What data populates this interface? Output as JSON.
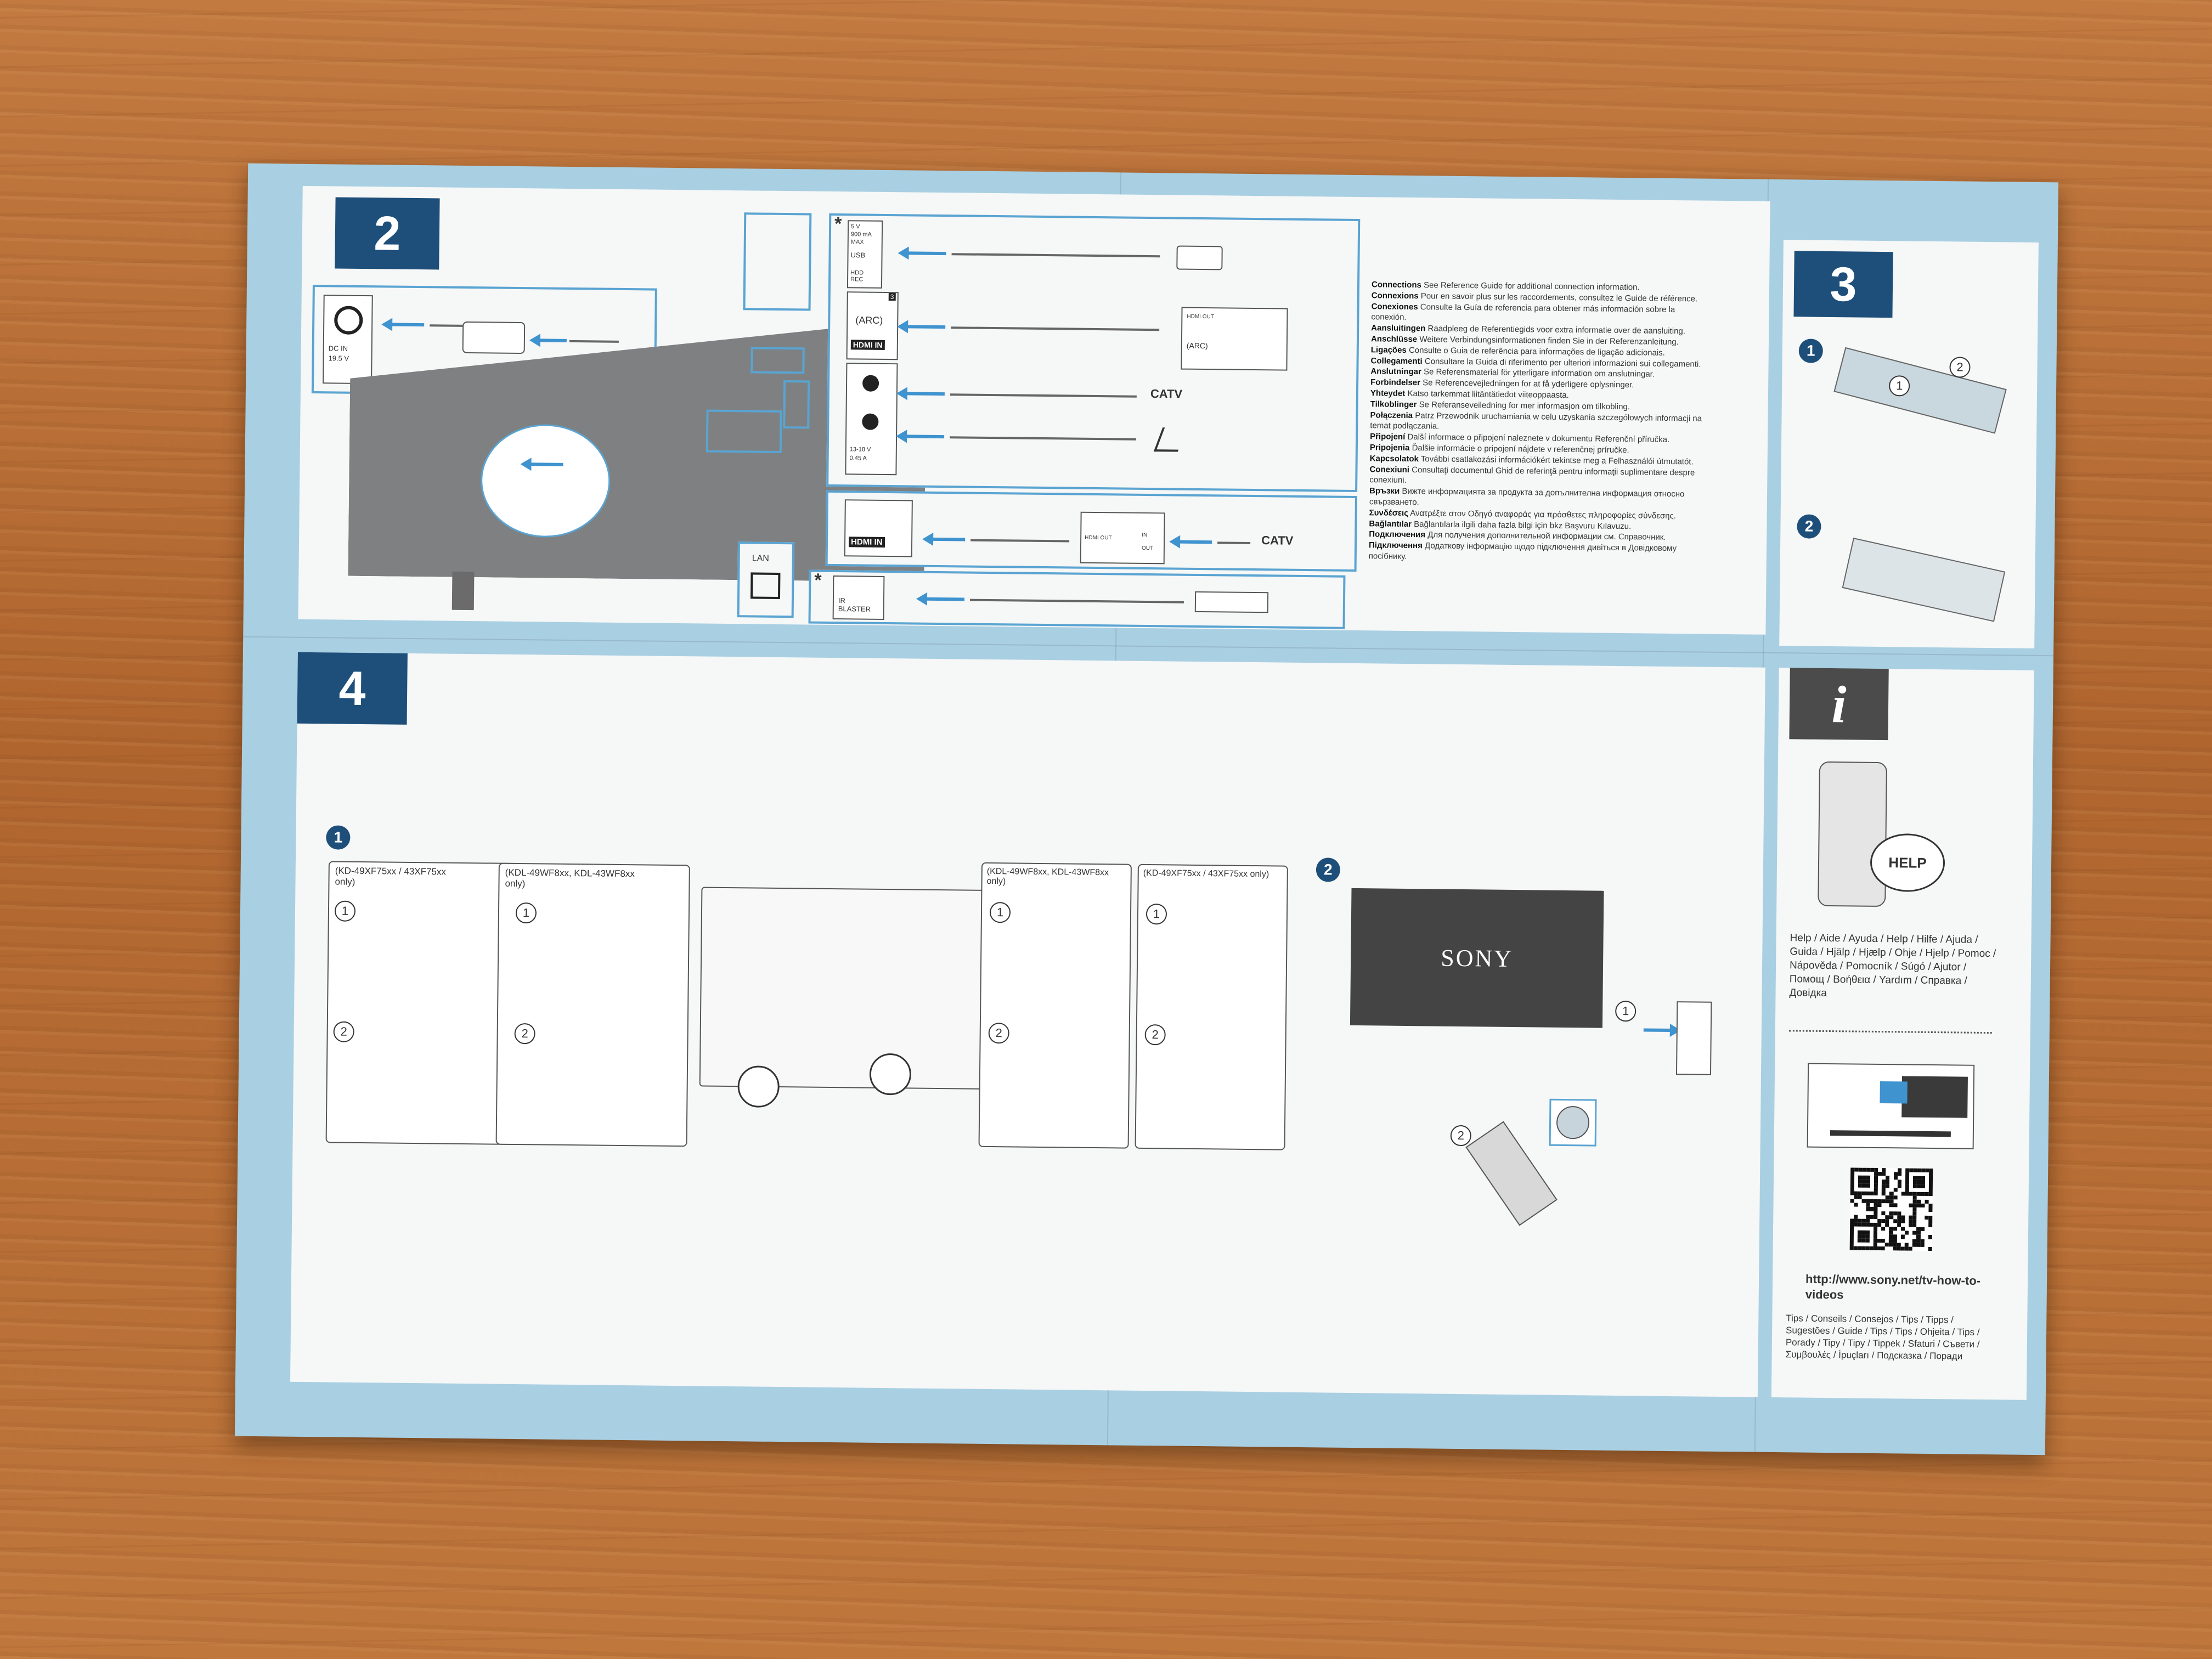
{
  "steps": {
    "step2": "2",
    "step3": "3",
    "step4": "4",
    "info": "i"
  },
  "sub": {
    "one": "1",
    "two": "2"
  },
  "ports": {
    "dc_in": "DC IN",
    "dc_volt": "19.5 V",
    "usb_spec_1": "5 V",
    "usb_spec_2": "900 mA",
    "usb_spec_3": "MAX",
    "usb": "USB",
    "hdd_rec": "HDD REC",
    "arc": "(ARC)",
    "hdmi_in": "HDMI IN",
    "hdmi_num": "3",
    "sat_spec_1": "13-18 V",
    "sat_spec_2": "0.45 A",
    "lan": "LAN",
    "ir_blaster": "IR BLASTER",
    "catv": "CATV",
    "hdmi_out": "HDMI OUT",
    "arc_small": "(ARC)",
    "in": "IN",
    "out": "OUT",
    "star": "*"
  },
  "connections": [
    {
      "term": "Connections",
      "desc": "See Reference Guide for additional connection information."
    },
    {
      "term": "Connexions",
      "desc": "Pour en savoir plus sur les raccordements, consultez le Guide de référence."
    },
    {
      "term": "Conexiones",
      "desc": "Consulte la Guía de referencia para obtener más información sobre la conexión."
    },
    {
      "term": "Aansluitingen",
      "desc": "Raadpleeg de Referentiegids voor extra informatie over de aansluiting."
    },
    {
      "term": "Anschlüsse",
      "desc": "Weitere Verbindungsinformationen finden Sie in der Referenzanleitung."
    },
    {
      "term": "Ligações",
      "desc": "Consulte o Guia de referência para informações de ligação adicionais."
    },
    {
      "term": "Collegamenti",
      "desc": "Consultare la Guida di riferimento per ulteriori informazioni sui collegamenti."
    },
    {
      "term": "Anslutningar",
      "desc": "Se Referensmaterial för ytterligare information om anslutningar."
    },
    {
      "term": "Forbindelser",
      "desc": "Se Referencevejledningen for at få yderligere oplysninger."
    },
    {
      "term": "Yhteydet",
      "desc": "Katso tarkemmat liitäntätiedot viiteoppaasta."
    },
    {
      "term": "Tilkoblinger",
      "desc": "Se Referanseveiledning for mer informasjon om tilkobling."
    },
    {
      "term": "Połączenia",
      "desc": "Patrz Przewodnik uruchamiania w celu uzyskania szczegółowych informacji na temat podłączania."
    },
    {
      "term": "Připojení",
      "desc": "Další informace o připojení naleznete v dokumentu Referenční příručka."
    },
    {
      "term": "Pripojenia",
      "desc": "Ďalšie informácie o pripojení nájdete v referenčnej príručke."
    },
    {
      "term": "Kapcsolatok",
      "desc": "További csatlakozási információkért tekintse meg a Felhasználói útmutatót."
    },
    {
      "term": "Conexiuni",
      "desc": "Consultaţi documentul Ghid de referinţă pentru informaţii suplimentare despre conexiuni."
    },
    {
      "term": "Връзки",
      "desc": "Вижте информацията за продукта за допълнителна информация относно свързването."
    },
    {
      "term": "Συνδέσεις",
      "desc": "Ανατρέξτε στον Οδηγό αναφοράς για πρόσθετες πληροφορίες σύνδεσης."
    },
    {
      "term": "Bağlantılar",
      "desc": "Bağlantılarla ilgili daha fazla bilgi için bkz Başvuru Kılavuzu."
    },
    {
      "term": "Подключения",
      "desc": "Для получения дополнительной информации см. Справочник."
    },
    {
      "term": "Підключення",
      "desc": "Додаткову інформацію щодо підключення дивіться в Довідковому посібнику."
    }
  ],
  "models": {
    "m1": "(KD-49XF75xx / 43XF75xx only)",
    "m2": "(KDL-49WF8xx, KDL-43WF8xx only)",
    "m3": "(KDL-49WF8xx, KDL-43WF8xx only)",
    "m4": "(KD-49XF75xx / 43XF75xx only)"
  },
  "tv_brand": "SONY",
  "help_label": "HELP",
  "help_langs": "Help / Aide / Ayuda / Help / Hilfe / Ajuda / Guida / Hjälp / Hjælp / Ohje / Hjelp / Pomoc / Nápověda / Pomocník / Súgó / Ajutor / Помощ / Βοήθεια / Yardım / Справка / Довідка",
  "url": "http://www.sony.net/tv-how-to-videos",
  "tips_langs": "Tips / Conseils / Consejos / Tips / Tipps / Sugestões / Guide / Tips / Tips / Ohjeita / Tips / Porady / Tipy / Tipy / Tippek / Sfaturi / Съвети / Συμβουλές / İpuçları / Подсказка / Поради",
  "colors": {
    "accent": "#1e4f7a",
    "border_blue": "#5aa4d2",
    "sheet_blue": "#a9cfe2",
    "arrow_blue": "#3f93cf"
  }
}
